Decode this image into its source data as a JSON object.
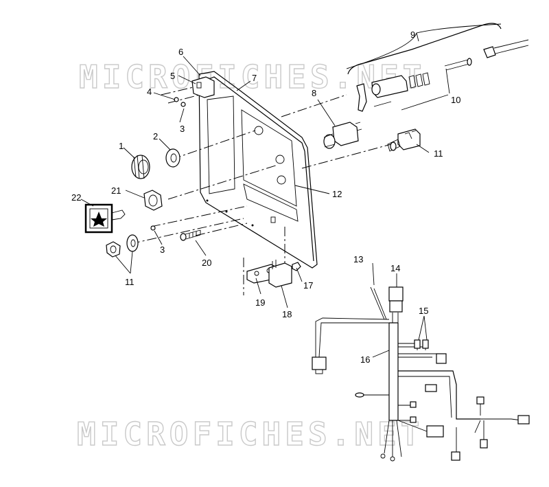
{
  "watermark": {
    "text": "MICROFICHES.NET"
  },
  "callouts": [
    {
      "id": "c1",
      "label": "1"
    },
    {
      "id": "c2",
      "label": "2"
    },
    {
      "id": "c3a",
      "label": "3"
    },
    {
      "id": "c3b",
      "label": "3"
    },
    {
      "id": "c4",
      "label": "4"
    },
    {
      "id": "c5",
      "label": "5"
    },
    {
      "id": "c6",
      "label": "6"
    },
    {
      "id": "c7",
      "label": "7"
    },
    {
      "id": "c8",
      "label": "8"
    },
    {
      "id": "c9",
      "label": "9"
    },
    {
      "id": "c10",
      "label": "10"
    },
    {
      "id": "c11a",
      "label": "11"
    },
    {
      "id": "c11b",
      "label": "11"
    },
    {
      "id": "c12",
      "label": "12"
    },
    {
      "id": "c13",
      "label": "13"
    },
    {
      "id": "c14",
      "label": "14"
    },
    {
      "id": "c15",
      "label": "15"
    },
    {
      "id": "c16",
      "label": "16"
    },
    {
      "id": "c17",
      "label": "17"
    },
    {
      "id": "c18",
      "label": "18"
    },
    {
      "id": "c19",
      "label": "19"
    },
    {
      "id": "c20",
      "label": "20"
    },
    {
      "id": "c21",
      "label": "21"
    },
    {
      "id": "c22",
      "label": "22"
    }
  ]
}
